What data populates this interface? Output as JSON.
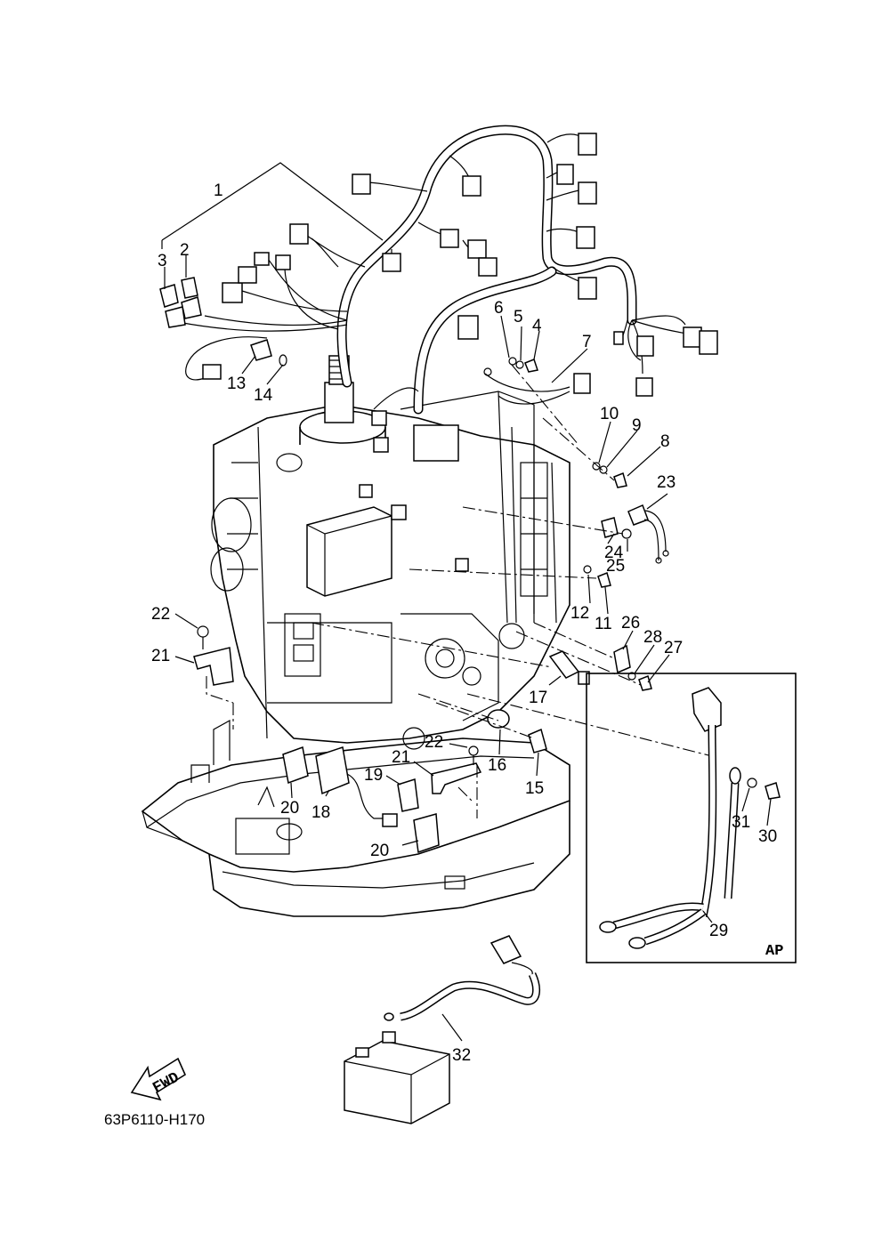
{
  "diagram": {
    "labels": {
      "p1": "1",
      "p2": "2",
      "p3": "3",
      "p4": "4",
      "p5": "5",
      "p6": "6",
      "p7": "7",
      "p8": "8",
      "p9": "9",
      "p10": "10",
      "p11": "11",
      "p12": "12",
      "p13": "13",
      "p14": "14",
      "p15": "15",
      "p16": "16",
      "p17": "17",
      "p18": "18",
      "p19": "19",
      "p20a": "20",
      "p20b": "20",
      "p21a": "21",
      "p21b": "21",
      "p22a": "22",
      "p22b": "22",
      "p23": "23",
      "p24": "24",
      "p25": "25",
      "p26": "26",
      "p27": "27",
      "p28": "28",
      "p29": "29",
      "p30": "30",
      "p31": "31",
      "p32": "32"
    },
    "inset_tag": "AP",
    "fwd_arrow": "FWD",
    "drawing_code": "63P6110-H170"
  }
}
